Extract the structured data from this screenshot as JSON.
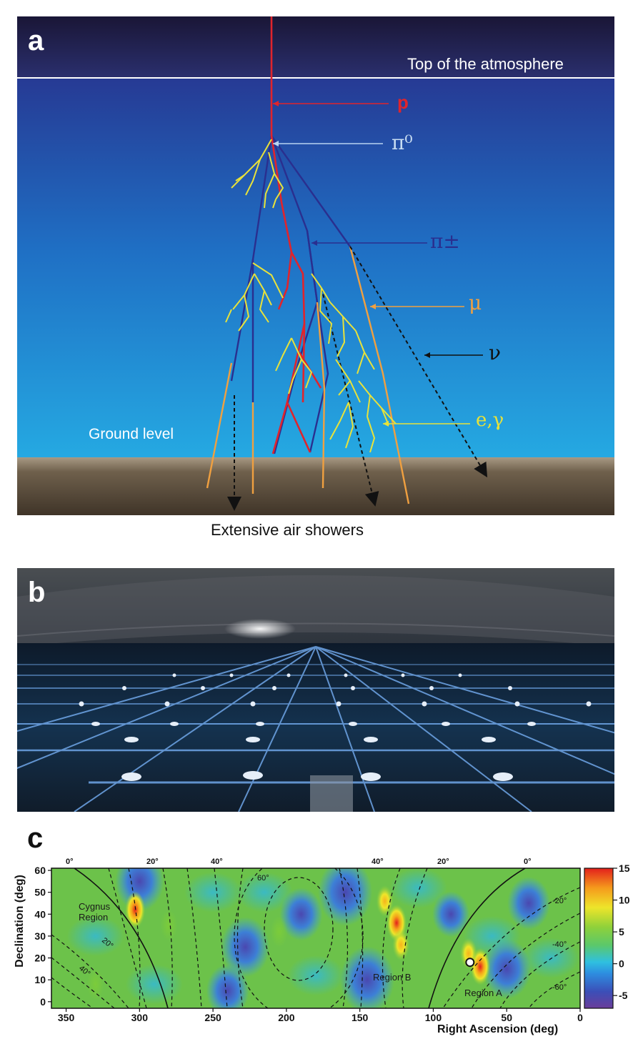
{
  "panel_a": {
    "letter": "a",
    "top_label": "Top of the atmosphere",
    "ground_label": "Ground level",
    "caption": "Extensive air showers",
    "particles": {
      "p": "p",
      "pi0": "π⁰",
      "pipm": "π±",
      "mu": "μ",
      "nu": "ν",
      "eg": "e,γ"
    },
    "colors": {
      "proton": "#e0242c",
      "pion": "#2a2f8f",
      "muon": "#f0a040",
      "em": "#e8e23a",
      "neutrino": "#111111",
      "ground": "#6b5c47",
      "sky_top": "#1e2a8a",
      "sky_bottom": "#23a6e0"
    }
  },
  "panel_b": {
    "letter": "b"
  },
  "panel_c": {
    "letter": "c",
    "xlabel": "Right Ascension (deg)",
    "ylabel": "Declination (deg)",
    "x_ticks": [
      "350",
      "300",
      "250",
      "200",
      "150",
      "100",
      "50",
      "0"
    ],
    "y_ticks": [
      "60",
      "50",
      "40",
      "30",
      "20",
      "10",
      "0"
    ],
    "top_ticks": [
      "0°",
      "20°",
      "40°",
      "40°",
      "20°",
      "0°"
    ],
    "inner_labels": {
      "g60": "60°",
      "g20a": "20°",
      "g40a": "40°",
      "gm20": "-20°",
      "gm40": "-40°",
      "gm60": "-60°"
    },
    "regions": {
      "cygnus": "Cygnus\nRegion",
      "region_b": "Region B",
      "region_a": "Region A"
    },
    "colorbar_ticks": [
      "15",
      "10",
      "5",
      "0",
      "-5"
    ]
  },
  "chart_data": {
    "type": "heatmap",
    "xlabel": "Right Ascension (deg)",
    "ylabel": "Declination (deg)",
    "xlim": [
      360,
      0
    ],
    "ylim": [
      -3,
      61
    ],
    "colorbar_range": [
      -7,
      15
    ],
    "colorbar_ticks": [
      15,
      10,
      5,
      0,
      -5
    ],
    "regions": [
      {
        "name": "Cygnus Region",
        "ra": 305,
        "dec": 41
      },
      {
        "name": "Region B",
        "ra": 128,
        "dec": 40
      },
      {
        "name": "Region A",
        "ra": 72,
        "dec": 16
      }
    ],
    "hotspots": [
      {
        "ra": 303,
        "dec": 42,
        "value": 12
      },
      {
        "ra": 133,
        "dec": 46,
        "value": 11
      },
      {
        "ra": 125,
        "dec": 36,
        "value": 13
      },
      {
        "ra": 122,
        "dec": 26,
        "value": 9
      },
      {
        "ra": 68,
        "dec": 16,
        "value": 14
      },
      {
        "ra": 76,
        "dec": 22,
        "value": 9
      },
      {
        "ra": 280,
        "dec": 35,
        "value": 6
      },
      {
        "ra": 205,
        "dec": 32,
        "value": 6
      },
      {
        "ra": 330,
        "dec": 8,
        "value": 5
      }
    ],
    "coldspots": [
      {
        "ra": 300,
        "dec": 55,
        "value": -4
      },
      {
        "ra": 160,
        "dec": 50,
        "value": -5
      },
      {
        "ra": 190,
        "dec": 40,
        "value": -3
      },
      {
        "ra": 228,
        "dec": 25,
        "value": -4
      },
      {
        "ra": 50,
        "dec": 15,
        "value": -4
      },
      {
        "ra": 35,
        "dec": 45,
        "value": -3
      },
      {
        "ra": 145,
        "dec": 10,
        "value": -5
      },
      {
        "ra": 240,
        "dec": 5,
        "value": -3
      },
      {
        "ra": 88,
        "dec": 40,
        "value": -2
      }
    ],
    "marker": {
      "ra": 75,
      "dec": 18
    }
  }
}
